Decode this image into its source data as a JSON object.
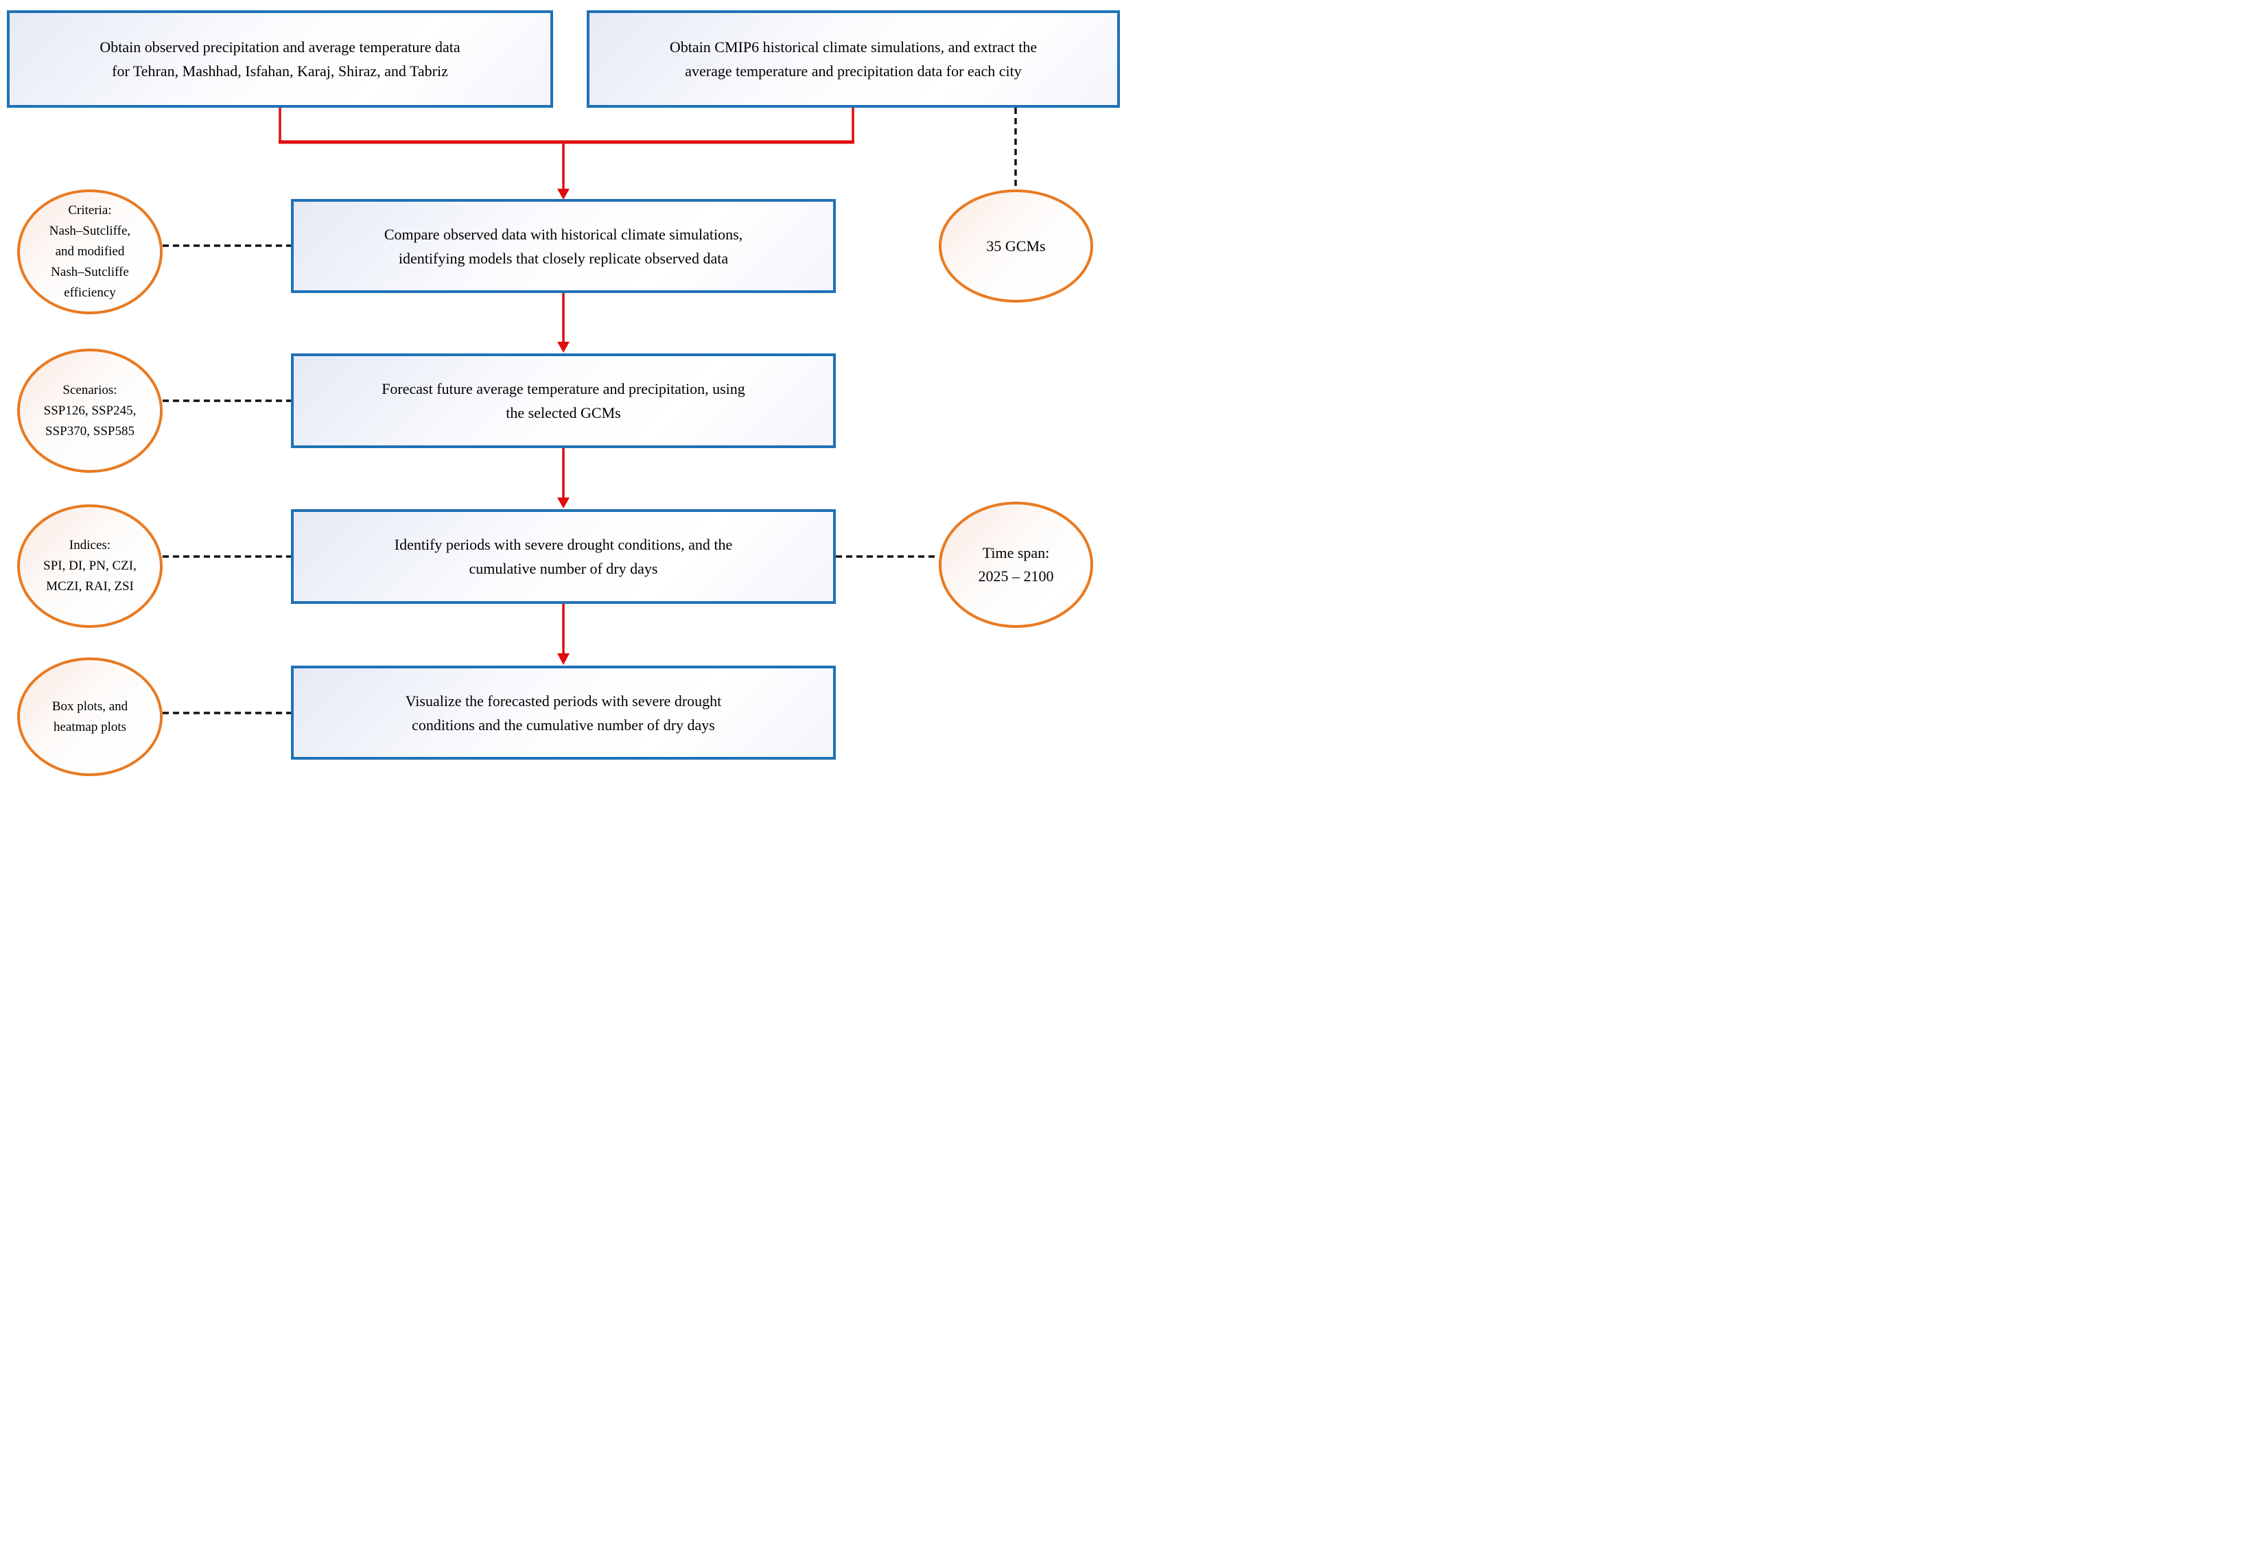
{
  "colors": {
    "box_border": "#2071b5",
    "box_fill": "#e6eaf6",
    "ellipse_border": "#e87a22",
    "ellipse_fill": "#fae9e2",
    "arrow_red": "#df0d0d",
    "dash_color": "#111111"
  },
  "boxes": {
    "obtain_observed": {
      "label": "Obtain observed precipitation and average temperature data\nfor Tehran, Mashhad, Isfahan, Karaj, Shiraz, and Tabriz"
    },
    "obtain_cmip6": {
      "label": "Obtain CMIP6 historical climate simulations, and extract the\naverage temperature and precipitation data for each city"
    },
    "compare": {
      "label": "Compare observed data with historical climate simulations,\nidentifying models that closely replicate observed data"
    },
    "forecast": {
      "label": "Forecast future average temperature and precipitation, using\nthe selected GCMs"
    },
    "identify": {
      "label": "Identify periods with severe drought conditions, and the\ncumulative number of dry days"
    },
    "visualize": {
      "label": "Visualize the forecasted periods with severe drought\nconditions and the cumulative number of dry days"
    }
  },
  "ellipses": {
    "criteria": {
      "label": "Criteria:\nNash–Sutcliffe,\nand modified\nNash–Sutcliffe\nefficiency"
    },
    "scenarios": {
      "label": "Scenarios:\nSSP126, SSP245,\nSSP370, SSP585"
    },
    "indices": {
      "label": "Indices:\nSPI, DI, PN, CZI,\nMCZI, RAI,  ZSI"
    },
    "plots": {
      "label": "Box plots, and\nheatmap plots"
    },
    "gcms": {
      "label": "35 GCMs"
    },
    "timespan": {
      "label": "Time span:\n2025 – 2100"
    }
  }
}
